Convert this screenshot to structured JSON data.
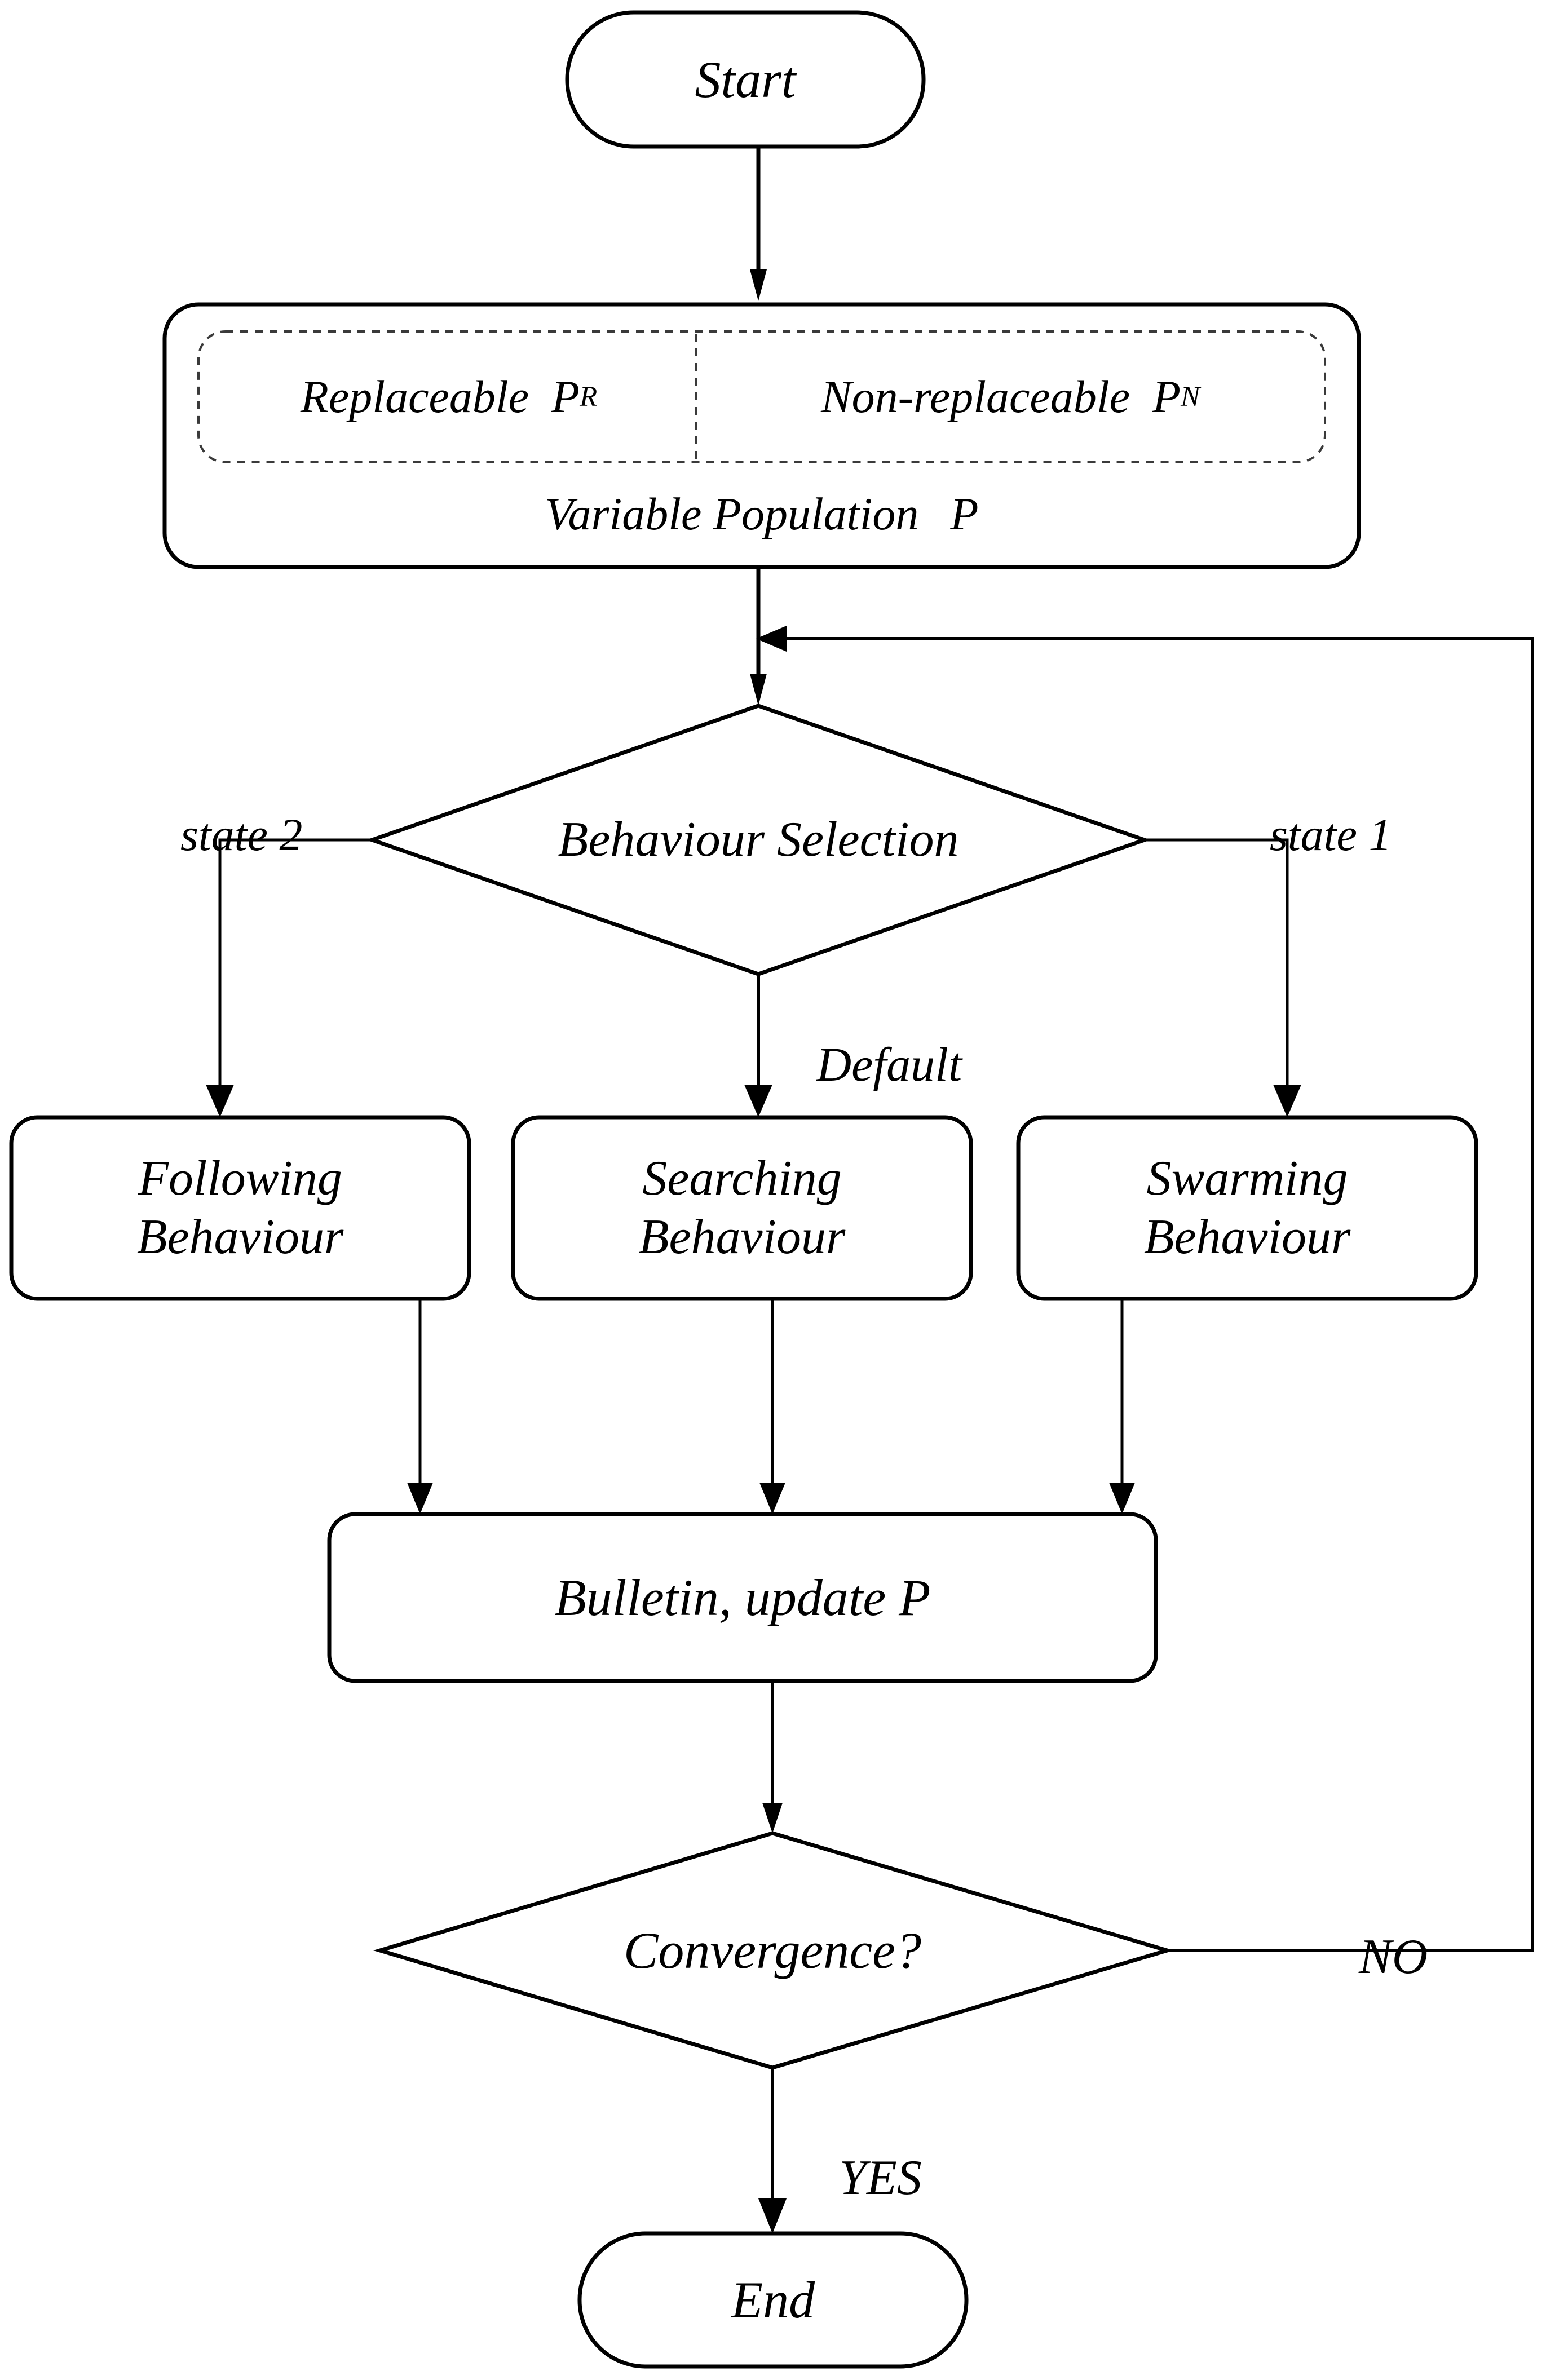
{
  "diagram": {
    "title": "Artificial Fish Swarm Algorithm Flowchart",
    "nodes": {
      "start": {
        "label": "Start",
        "shape": "stadium"
      },
      "population": {
        "outer_label": "Variable Population",
        "outer_symbol": "P",
        "replaceable_label": "Replaceable",
        "replaceable_symbol": "P",
        "replaceable_subscript": "R",
        "non_replaceable_label": "Non-replaceable",
        "non_replaceable_symbol": "P",
        "non_replaceable_subscript": "N",
        "shape": "rounded-rect-with-dashed-inner"
      },
      "behaviour_selection": {
        "label": "Behaviour Selection",
        "shape": "diamond"
      },
      "following": {
        "line1": "Following",
        "line2": "Behaviour",
        "shape": "rounded-rect"
      },
      "searching": {
        "line1": "Searching",
        "line2": "Behaviour",
        "shape": "rounded-rect"
      },
      "swarming": {
        "line1": "Swarming",
        "line2": "Behaviour",
        "shape": "rounded-rect"
      },
      "bulletin": {
        "label": "Bulletin, update P",
        "shape": "rounded-rect"
      },
      "convergence": {
        "label": "Convergence?",
        "shape": "diamond"
      },
      "end": {
        "label": "End",
        "shape": "stadium"
      }
    },
    "edge_labels": {
      "state2": "state 2",
      "state1": "state 1",
      "default": "Default",
      "no": "NO",
      "yes": "YES"
    },
    "colors": {
      "stroke": "#000000",
      "fill": "#ffffff",
      "text": "#000000",
      "dashed_stroke": "#333333"
    }
  }
}
